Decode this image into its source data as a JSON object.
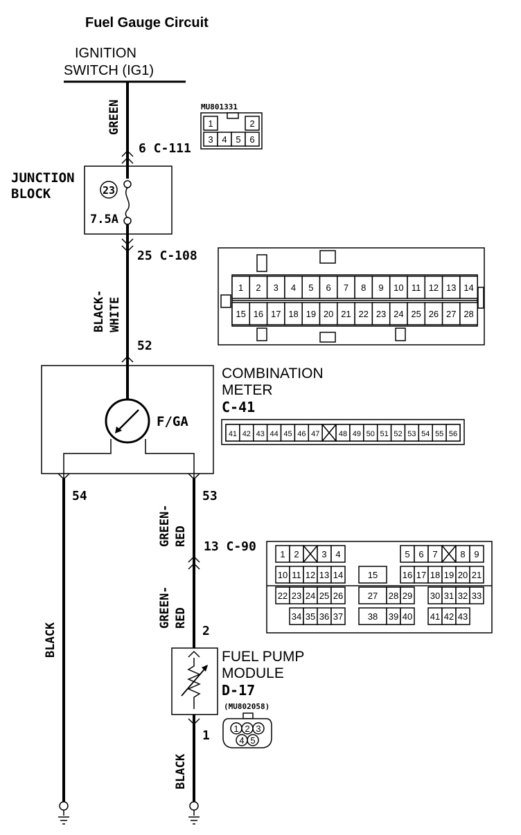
{
  "title": "Fuel Gauge Circuit",
  "ignition": {
    "line1": "IGNITION",
    "line2": "SWITCH (IG1)"
  },
  "wires": {
    "top": "GREEN",
    "junction_to_meter": [
      "BLACK-",
      "WHITE"
    ],
    "meter_left": "BLACK",
    "meter_to_c90": [
      "GREEN-",
      "RED"
    ],
    "c90_to_pump": [
      "GREEN-",
      "RED"
    ],
    "pump_ground": "BLACK"
  },
  "junction_block": {
    "line1": "JUNCTION",
    "line2": "BLOCK",
    "fuse_number": "23",
    "fuse_rating": "7.5A"
  },
  "connectors": {
    "c111": {
      "label": "6  C-111",
      "part": "MU801331",
      "pins": [
        "1",
        "2",
        "3",
        "4",
        "5",
        "6"
      ]
    },
    "c108": {
      "label": "25  C-108",
      "row1": [
        "1",
        "2",
        "3",
        "4",
        "5",
        "6",
        "7",
        "8",
        "9",
        "10",
        "11",
        "12",
        "13",
        "14"
      ],
      "row2": [
        "15",
        "16",
        "17",
        "18",
        "19",
        "20",
        "21",
        "22",
        "23",
        "24",
        "25",
        "26",
        "27",
        "28"
      ]
    },
    "c41": {
      "pin": "52",
      "pins": [
        "41",
        "42",
        "43",
        "44",
        "45",
        "46",
        "47",
        "",
        "48",
        "49",
        "50",
        "51",
        "52",
        "53",
        "54",
        "55",
        "56"
      ]
    },
    "c90": {
      "label": "13  C-90",
      "row1": [
        "1",
        "2",
        "",
        "3",
        "4",
        "5",
        "6",
        "7",
        "",
        "8",
        "9"
      ],
      "row2": [
        "10",
        "11",
        "12",
        "13",
        "14",
        "15",
        "16",
        "17",
        "18",
        "19",
        "20",
        "21"
      ],
      "row3": [
        "22",
        "23",
        "24",
        "25",
        "26",
        "27",
        "28",
        "29",
        "30",
        "31",
        "32",
        "33"
      ],
      "row4": [
        "34",
        "35",
        "36",
        "37",
        "38",
        "39",
        "40",
        "41",
        "42",
        "43"
      ]
    },
    "d17": {
      "part": "(MU802058)",
      "pins": [
        "1",
        "2",
        "3",
        "4",
        "5"
      ]
    }
  },
  "meter": {
    "line1": "COMBINATION",
    "line2": "METER",
    "id": "C-41",
    "gauge": "F/GA",
    "pin_left": "54",
    "pin_right": "53"
  },
  "pump": {
    "line1": "FUEL PUMP",
    "line2": "MODULE",
    "id": "D-17",
    "pin_top": "2",
    "pin_bottom": "1"
  }
}
